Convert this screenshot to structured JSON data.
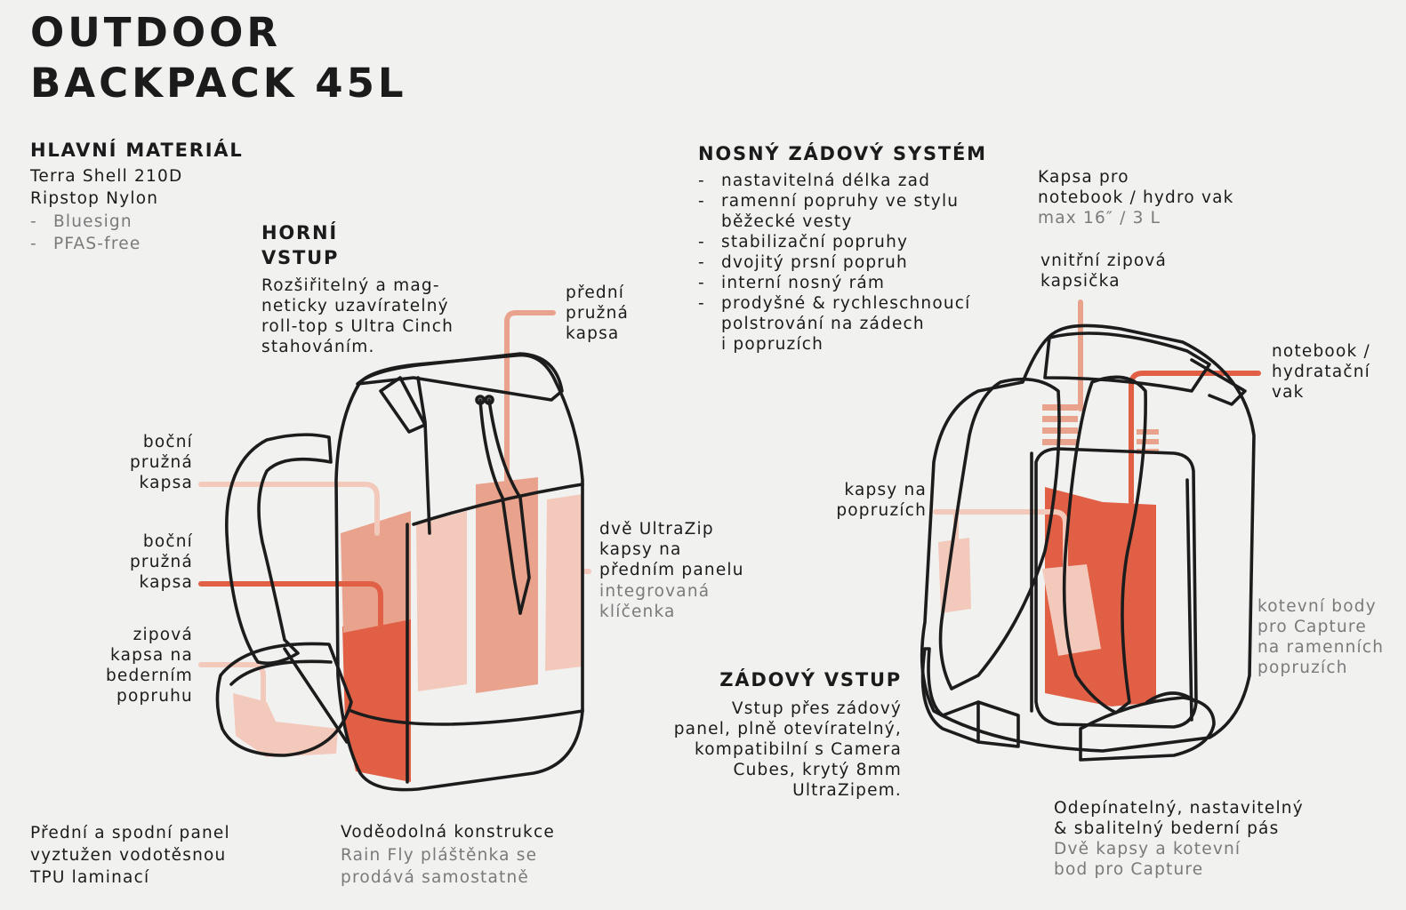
{
  "title": [
    "OUTDOOR",
    "BACKPACK 45L"
  ],
  "colors": {
    "background": "#f1f1f0",
    "light_pink": "#f3c9bb",
    "mid_salmon": "#e9a28c",
    "red": "#e05f45",
    "outline": "#1c1c1c"
  },
  "material": {
    "heading": "HLAVNÍ MATERIÁL",
    "lines": [
      "Terra Shell 210D",
      "Ripstop Nylon"
    ],
    "items": [
      "Bluesign",
      "PFAS-free"
    ]
  },
  "top_entry": {
    "heading": [
      "HORNÍ",
      "VSTUP"
    ],
    "text": "Rozšiřitelný a mag-\nneticky uzavíratelný\nroll-top s Ultra Cinch\nstahováním."
  },
  "front_pocket": "přední\npružná\nkapsa",
  "side_pocket_1": "boční\npružná\nkapsa",
  "side_pocket_2": "boční\npružná\nkapsa",
  "hip_pocket": "zipová\nkapsa na\nbederním\npopruhu",
  "ultrazip": {
    "text": "dvě UltraZip\nkapsy na\npředním panelu",
    "sub": "integrovaná\nklíčenka"
  },
  "carry_system": {
    "heading": "NOSNÝ ZÁDOVÝ SYSTÉM",
    "items": [
      "nastavitelná délka zad",
      "ramenní popruhy ve stylu\nběžecké vesty",
      "stabilizační popruhy",
      "dvojitý prsní popruh",
      "interní nosný rám",
      "prodyšné & rychleschnoucí\npolstrování na zádech\ni popruzích"
    ]
  },
  "laptop_pocket": {
    "text": "Kapsa pro\nnotebook / hydro vak",
    "sub": "max 16″ / 3 L"
  },
  "inner_zip": "vnitřní zipová\nkapsička",
  "notebook_hydration": "notebook /\nhydratační\nvak",
  "strap_pockets": "kapsy na\npopruzích",
  "anchor_points": "kotevní body\npro Capture\nna ramenních\npopruzích",
  "back_entry": {
    "heading": "ZÁDOVÝ VSTUP",
    "text": "Vstup přes zádový\npanel, plně otevíratelný,\nkompatibilní s Camera\nCubes, krytý 8mm\nUltraZipem."
  },
  "front_panel": "Přední a spodní panel\nvyztužen vodotěsnou\nTPU laminací",
  "waterproof": {
    "text": "Voděodolná konstrukce",
    "sub": "Rain Fly pláštěnka se\nprodává samostatně"
  },
  "hipbelt": {
    "text": "Odepínatelný, nastavitelný\n& sbalitelný bederní pás",
    "sub": "Dvě kapsy a kotevní\nbod pro Capture"
  }
}
